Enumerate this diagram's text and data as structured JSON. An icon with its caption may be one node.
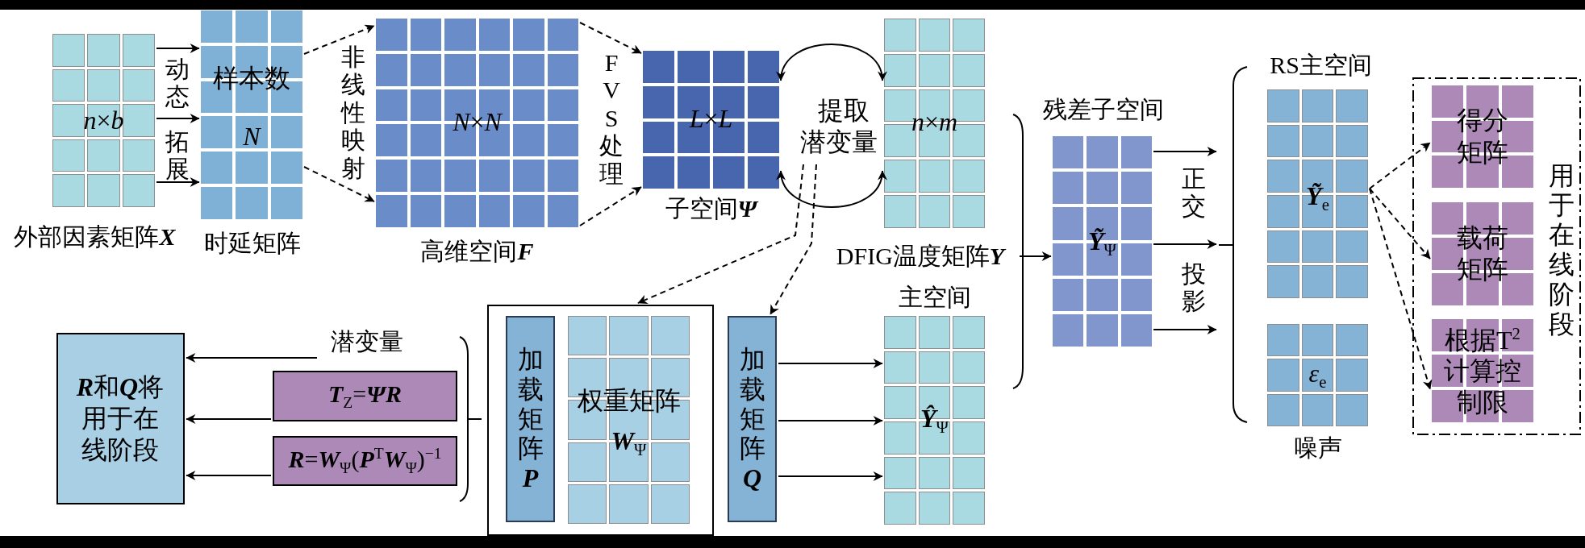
{
  "diagram": {
    "nodes": [
      {
        "text": [
          "*n*×*b*",
          "外部因素矩阵**X**"
        ]
      },
      {
        "text": [
          "样本数",
          "*N*",
          "时延矩阵"
        ]
      },
      {
        "text": [
          "*N*×*N*",
          "高维空间**F**"
        ]
      },
      {
        "text": [
          "*L*×*L*",
          "子空间**Ψ**"
        ]
      },
      {
        "text": [
          "*n*×*m*",
          "DFIG温度矩阵**Y**"
        ]
      },
      {
        "text": [
          "残差子空间",
          "**Ỹ**$_{Ψ}$"
        ]
      },
      {
        "text": [
          "RS主空间",
          "**Ỹ**$_{e}$"
        ]
      },
      {
        "text": [
          "*ε*$_{e}$",
          "噪声"
        ]
      },
      {
        "text": [
          "用于在线阶段"
        ]
      },
      {
        "text": [
          "得分矩阵"
        ],
        "in": 8
      },
      {
        "text": [
          "载荷矩阵"
        ],
        "in": 8
      },
      {
        "text": [
          "根据T$^{2}$计算控制限"
        ],
        "in": 8
      },
      {
        "text": [
          "**R**和**Q**将用于在线阶段"
        ]
      },
      {
        "text": [
          "**T**$_{Z}$=**ΨR**"
        ]
      },
      {
        "text": [
          "**R**=**W**$_{Ψ}$(**P**$^{T}$**W**$_{Ψ}$)$^{−1}$"
        ]
      },
      {
        "text": [],
        "shape": "box"
      },
      {
        "text": [
          "加载矩阵**P**"
        ],
        "in": 15
      },
      {
        "text": [
          "权重矩阵",
          "**W**$_{Ψ}$"
        ],
        "in": 15
      },
      {
        "text": [
          "加载矩阵**Q**"
        ]
      },
      {
        "text": [
          "主空间",
          "**Ŷ**$_{Ψ}$"
        ]
      },
      {
        "text": [
          "提取潜变量"
        ]
      },
      {
        "text": [],
        "shape": "brace"
      },
      {
        "text": [
          "潜变量"
        ]
      }
    ],
    "edges": [
      {
        "from": 0,
        "to": 1,
        "arrow": "to"
      },
      {
        "from": 0,
        "to": 1,
        "arrow": "to"
      },
      {
        "from": 0,
        "to": 1,
        "arrow": "to"
      },
      {
        "from": 1,
        "to": 2,
        "arrow": "to",
        "style": "dashed"
      },
      {
        "from": 1,
        "to": 2,
        "arrow": "to",
        "style": "dashed"
      },
      {
        "from": 2,
        "to": 3,
        "arrow": "to",
        "style": "dashed"
      },
      {
        "from": 2,
        "to": 3,
        "arrow": "to",
        "style": "dashed"
      },
      {
        "from": 3,
        "to": 4,
        "arrow": "both"
      },
      {
        "from": 3,
        "to": 4,
        "arrow": "both"
      },
      {
        "from": 20,
        "to": 15,
        "arrow": "to",
        "style": "dashed"
      },
      {
        "from": 20,
        "to": 18,
        "arrow": "to",
        "style": "dashed"
      },
      {
        "from": 4,
        "to": 5,
        "arrow": "to"
      },
      {
        "from": 5,
        "to": 21,
        "arrow": "to"
      },
      {
        "from": 5,
        "to": 21,
        "arrow": "to"
      },
      {
        "from": 5,
        "to": 21,
        "arrow": "to"
      },
      {
        "from": 6,
        "to": 9,
        "arrow": "to",
        "style": "dashed"
      },
      {
        "from": 6,
        "to": 10,
        "arrow": "to",
        "style": "dashed"
      },
      {
        "from": 6,
        "to": 11,
        "arrow": "to",
        "style": "dashed"
      },
      {
        "from": 18,
        "to": 19,
        "arrow": "to"
      },
      {
        "from": 18,
        "to": 19,
        "arrow": "to"
      },
      {
        "from": 18,
        "to": 19,
        "arrow": "to"
      },
      {
        "from": 22,
        "to": 12,
        "arrow": "to"
      },
      {
        "from": 13,
        "to": 12,
        "arrow": "to"
      },
      {
        "from": 14,
        "to": 12,
        "arrow": "to"
      }
    ],
    "labels": [
      "动态",
      "拓展",
      "非线性映射",
      "FVS处理",
      "正交",
      "投影"
    ]
  }
}
